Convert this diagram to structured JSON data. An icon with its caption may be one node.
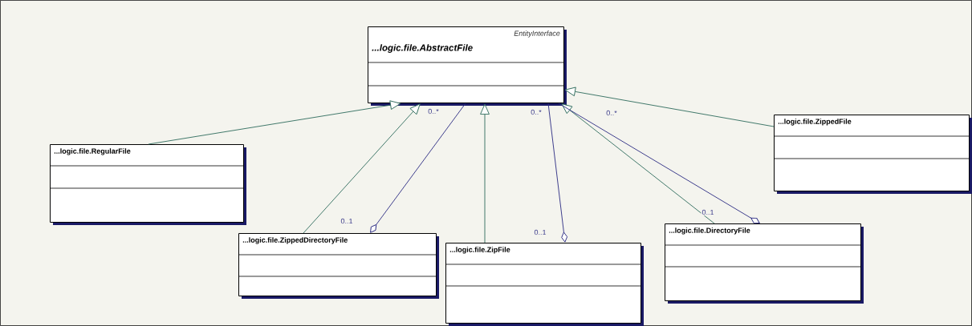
{
  "diagram": {
    "nodes": [
      {
        "text": [
          "EntityInterface",
          "...logic.file.AbstractFile"
        ]
      },
      {
        "text": [
          "...logic.file.ZippedFile"
        ]
      },
      {
        "text": [
          "...logic.file.RegularFile"
        ]
      },
      {
        "text": [
          "...logic.file.ZippedDirectoryFile"
        ]
      },
      {
        "text": [
          "...logic.file.ZipFile"
        ]
      },
      {
        "text": [
          "...logic.file.DirectoryFile"
        ]
      }
    ],
    "edges": [
      {
        "from": 2,
        "to": 0,
        "arrow": "to"
      },
      {
        "from": 3,
        "to": 0,
        "arrow": "to"
      },
      {
        "from": 0,
        "to": 3,
        "arrow": "other",
        "color": "#2a2a82"
      },
      {
        "from": 4,
        "to": 0,
        "arrow": "to"
      },
      {
        "from": 0,
        "to": 4,
        "arrow": "other",
        "color": "#2a2a82"
      },
      {
        "from": 5,
        "to": 0,
        "arrow": "to"
      },
      {
        "from": 0,
        "to": 5,
        "arrow": "other",
        "color": "#2a2a82"
      },
      {
        "from": 1,
        "to": 0,
        "arrow": "to"
      }
    ],
    "labels": [
      "0..*",
      "0..*",
      "0..*",
      "0..1",
      "0..1",
      "0..1"
    ]
  }
}
